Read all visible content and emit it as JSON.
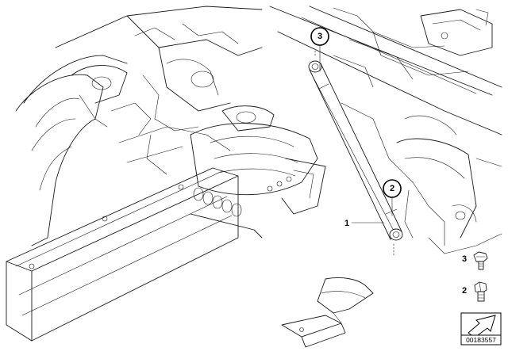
{
  "callouts": {
    "strut": "1",
    "upper_mount": "3",
    "lower_mount": "2"
  },
  "legend": {
    "item_3": "3",
    "item_2": "2"
  },
  "document_number": "00183557"
}
